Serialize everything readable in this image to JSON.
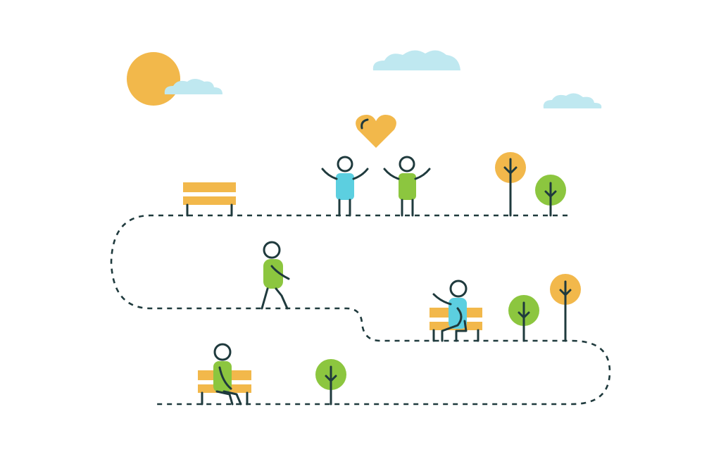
{
  "scene": {
    "description_items": [
      "sun",
      "clouds",
      "heart",
      "couple",
      "benches",
      "walking-person",
      "sitting-people",
      "trees",
      "dashed-path"
    ]
  },
  "colors": {
    "sun": "#f2b84b",
    "cloud": "#bfe8f0",
    "ink": "#1f3a3d",
    "bench": "#f2b84b",
    "green": "#8cc63f",
    "blue": "#5ccfe0",
    "heart": "#f2b84b",
    "tree_orange": "#f2b84b",
    "tree_green": "#8cc63f"
  },
  "icons": {
    "sun": "sun-icon",
    "cloud": "cloud-icon",
    "heart": "heart-icon",
    "tree": "tree-icon",
    "bench": "bench-icon",
    "person": "person-icon"
  }
}
